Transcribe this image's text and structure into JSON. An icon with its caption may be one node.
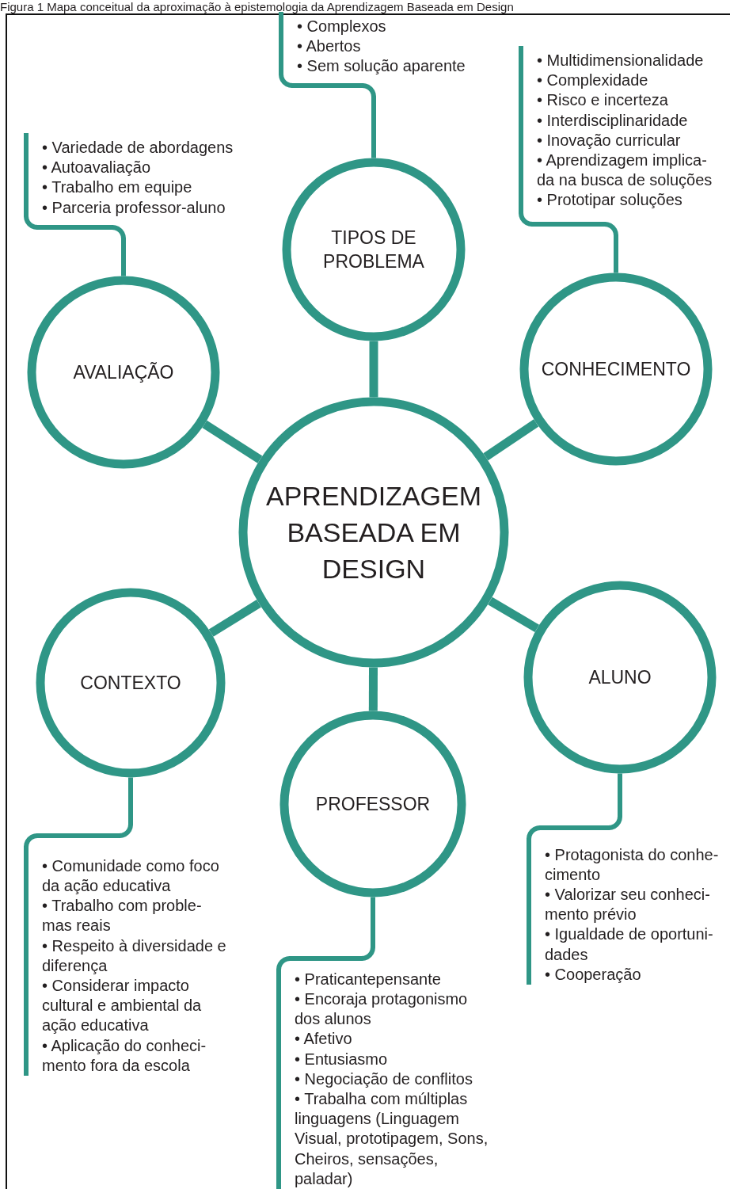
{
  "diagram": {
    "title": "Figura 1 Mapa conceitual da aproximação à epistemologia da Aprendizagem Baseada em Design",
    "nodes": [
      {
        "text": [
          "APRENDIZAGEM BASEADA EM DESIGN"
        ]
      },
      {
        "text": [
          "TIPOS DE PROBLEMA"
        ]
      },
      {
        "text": [
          "CONHECIMENTO"
        ]
      },
      {
        "text": [
          "ALUNO"
        ]
      },
      {
        "text": [
          "PROFESSOR"
        ]
      },
      {
        "text": [
          "CONTEXTO"
        ]
      },
      {
        "text": [
          "AVALIAÇÃO"
        ]
      },
      {
        "text": [
          "• Complexos",
          "• Abertos",
          "• Sem solução aparente"
        ]
      },
      {
        "text": [
          "• Multidimensionalidade",
          "• Complexidade",
          "• Risco e incerteza",
          "• Interdisciplinaridade",
          "• Inovação curricular",
          "• Aprendizagem implica- da na busca de soluções",
          "• Prototipar soluções"
        ]
      },
      {
        "text": [
          "• Protagonista do conhe- cimento",
          "• Valorizar seu conheci- mento prévio",
          "• Igualdade de oportuni- dades",
          "• Cooperação"
        ]
      },
      {
        "text": [
          "• Praticantepensante",
          "• Encoraja protagonismo dos alunos",
          "• Afetivo",
          "• Entusiasmo",
          "• Negociação de conflitos",
          "• Trabalha com múltiplas linguagens (Linguagem Visual, prototipagem, Sons, Cheiros, sensações, paladar)"
        ]
      },
      {
        "text": [
          "• Comunidade como foco da ação educativa",
          "• Trabalho com proble- mas reais",
          "• Respeito à diversidade e diferença",
          "• Considerar impacto cultural e ambiental da ação educativa",
          "• Aplicação do conheci- mento fora da escola"
        ]
      },
      {
        "text": [
          "• Variedade de abordagens",
          "• Autoavaliação",
          "• Trabalho em equipe",
          "• Parceria professor-aluno"
        ]
      }
    ],
    "edges": [
      {
        "from": 0,
        "to": 1,
        "arrow": "none",
        "style": "thick"
      },
      {
        "from": 0,
        "to": 2,
        "arrow": "none",
        "style": "thick"
      },
      {
        "from": 0,
        "to": 3,
        "arrow": "none",
        "style": "thick"
      },
      {
        "from": 0,
        "to": 4,
        "arrow": "none",
        "style": "thick"
      },
      {
        "from": 0,
        "to": 5,
        "arrow": "none",
        "style": "thick"
      },
      {
        "from": 0,
        "to": 6,
        "arrow": "none",
        "style": "thick"
      },
      {
        "from": 1,
        "to": 7,
        "arrow": "none"
      },
      {
        "from": 2,
        "to": 8,
        "arrow": "none"
      },
      {
        "from": 3,
        "to": 9,
        "arrow": "none"
      },
      {
        "from": 4,
        "to": 10,
        "arrow": "none"
      },
      {
        "from": 5,
        "to": 11,
        "arrow": "none"
      },
      {
        "from": 6,
        "to": 12,
        "arrow": "none"
      }
    ]
  }
}
